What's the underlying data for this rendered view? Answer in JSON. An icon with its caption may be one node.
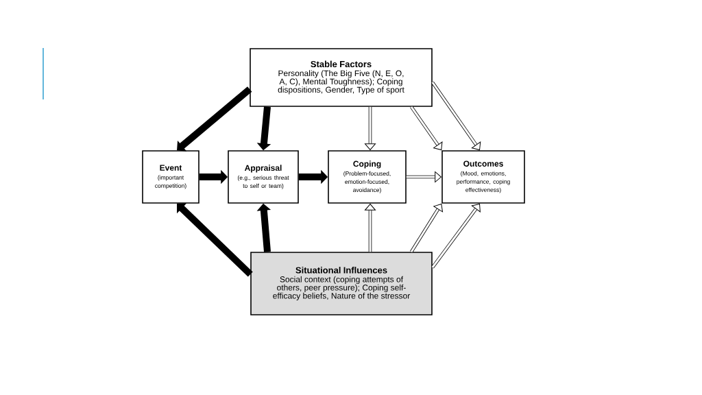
{
  "diagram": {
    "nodes": [
      {
        "text": [
          "Stable Factors",
          "Personality (The Big Five (N, E, O, A, C), Mental Toughness); Coping dispositions, Gender, Type of sport"
        ]
      },
      {
        "text": [
          "Event",
          "(important competition)"
        ]
      },
      {
        "text": [
          "Appraisal",
          "(e.g., serious threat to self or team)"
        ]
      },
      {
        "text": [
          "Coping",
          "(Problem-focused, emotion-focused, avoidance)"
        ]
      },
      {
        "text": [
          "Outcomes",
          "(Mood, emotions, performance, coping effectiveness)"
        ]
      },
      {
        "text": [
          "Situational Influences",
          "Social context (coping attempts of others, peer pressure); Coping self-efficacy beliefs, Nature of the stressor"
        ]
      }
    ],
    "edges": [
      {
        "from": 0,
        "to": 1,
        "arrow": "to",
        "style": "thick"
      },
      {
        "from": 0,
        "to": 2,
        "arrow": "to",
        "style": "thick"
      },
      {
        "from": 0,
        "to": 3,
        "arrow": "to"
      },
      {
        "from": 0,
        "to": 4,
        "arrow": "to"
      },
      {
        "from": 0,
        "to": 4,
        "arrow": "to"
      },
      {
        "from": 1,
        "to": 2,
        "arrow": "to",
        "style": "thick"
      },
      {
        "from": 2,
        "to": 3,
        "arrow": "to",
        "style": "thick"
      },
      {
        "from": 3,
        "to": 4,
        "arrow": "to"
      },
      {
        "from": 5,
        "to": 1,
        "arrow": "to",
        "style": "thick"
      },
      {
        "from": 5,
        "to": 2,
        "arrow": "to",
        "style": "thick"
      },
      {
        "from": 5,
        "to": 3,
        "arrow": "to"
      },
      {
        "from": 5,
        "to": 4,
        "arrow": "to"
      },
      {
        "from": 5,
        "to": 4,
        "arrow": "to"
      }
    ]
  }
}
